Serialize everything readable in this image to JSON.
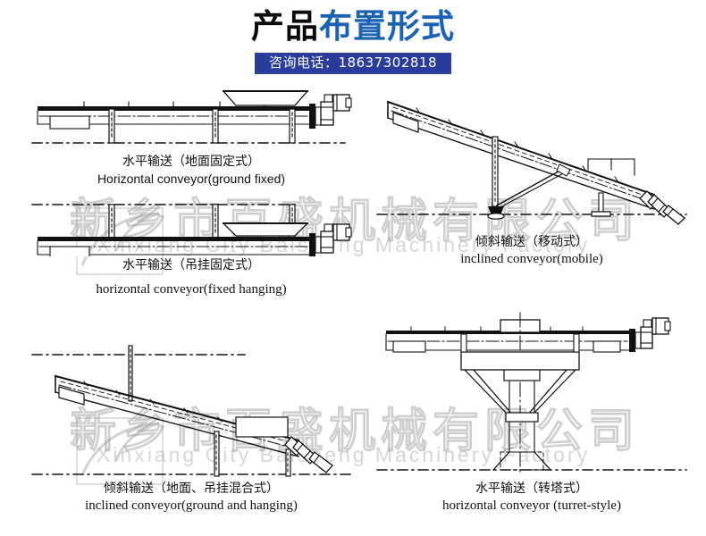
{
  "header": {
    "title_black": "产品",
    "title_blue": "布置形式",
    "phone_banner": "咨询电话：18637302818",
    "banner_color": "#2a3c9c",
    "title_accent_color": "#1b62b3"
  },
  "watermark": {
    "chinese": "新乡市百盛机械有限公司",
    "english": "Xinxiang City Baisheng Machinery Factory"
  },
  "figures": [
    {
      "id": "horizontal-ground-fixed",
      "caption_cn": "水平输送（地面固定式）",
      "caption_en": "Horizontal conveyor(ground fixed)"
    },
    {
      "id": "inclined-mobile",
      "caption_cn": "倾斜输送（移动式）",
      "caption_en": "inclined conveyor(mobile)"
    },
    {
      "id": "horizontal-fixed-hanging",
      "caption_cn": "水平输送（吊挂固定式）",
      "caption_en": "horizontal conveyor(fixed hanging)"
    },
    {
      "id": "inclined-ground-and-hanging",
      "caption_cn": "倾斜输送（地面、吊挂混合式）",
      "caption_en": "inclined conveyor(ground  and  hanging)"
    },
    {
      "id": "horizontal-turret",
      "caption_cn": "水平输送（转塔式）",
      "caption_en": "horizontal conveyor (turret-style)"
    }
  ],
  "colors": {
    "line": "#111111",
    "background": "#ffffff",
    "text": "#111111"
  }
}
